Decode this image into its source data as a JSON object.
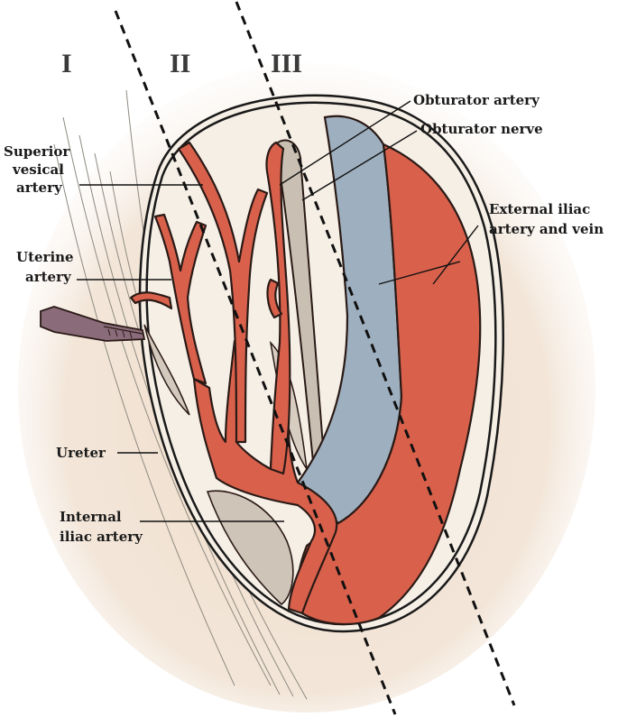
{
  "zones": {
    "zone_1": "I",
    "zone_2": "II",
    "zone_3": "III"
  },
  "labels": {
    "obturator_artery": "Obturator artery",
    "obturator_nerve": "Obturator nerve",
    "superior_vesical_line1": "Superior",
    "superior_vesical_line2": "vesical",
    "superior_vesical_line3": "artery",
    "external_iliac_line1": "External iliac",
    "external_iliac_line2": "artery and vein",
    "uterine_line1": "Uterine",
    "uterine_line2": "artery",
    "ureter": "Ureter",
    "internal_iliac_line1": "Internal",
    "internal_iliac_line2": "iliac artery"
  },
  "colors": {
    "artery": "#d9614c",
    "vein": "#9eb0bf",
    "nerve": "#c9c0b3",
    "tissue": "#efe1d2",
    "fossa": "#f7f1ea"
  }
}
